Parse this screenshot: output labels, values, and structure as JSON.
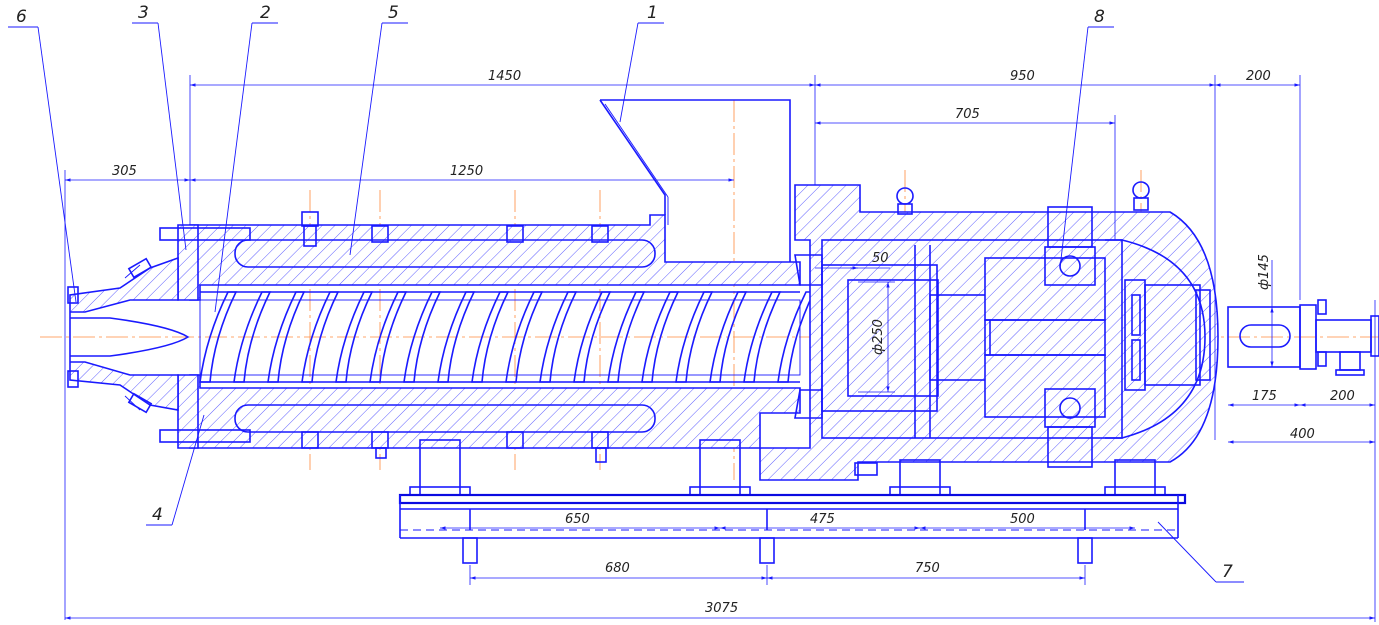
{
  "callouts": [
    "1",
    "2",
    "3",
    "4",
    "5",
    "6",
    "7",
    "8"
  ],
  "dimensions": {
    "d1450": "1450",
    "d950": "950",
    "d200_top": "200",
    "d705": "705",
    "d305": "305",
    "d1250": "1250",
    "d50": "50",
    "dia250": "ф250",
    "dia145": "ф145",
    "d175": "175",
    "d200_right": "200",
    "d400": "400",
    "d650": "650",
    "d475": "475",
    "d500": "500",
    "d680": "680",
    "d750": "750",
    "d3075": "3075"
  }
}
